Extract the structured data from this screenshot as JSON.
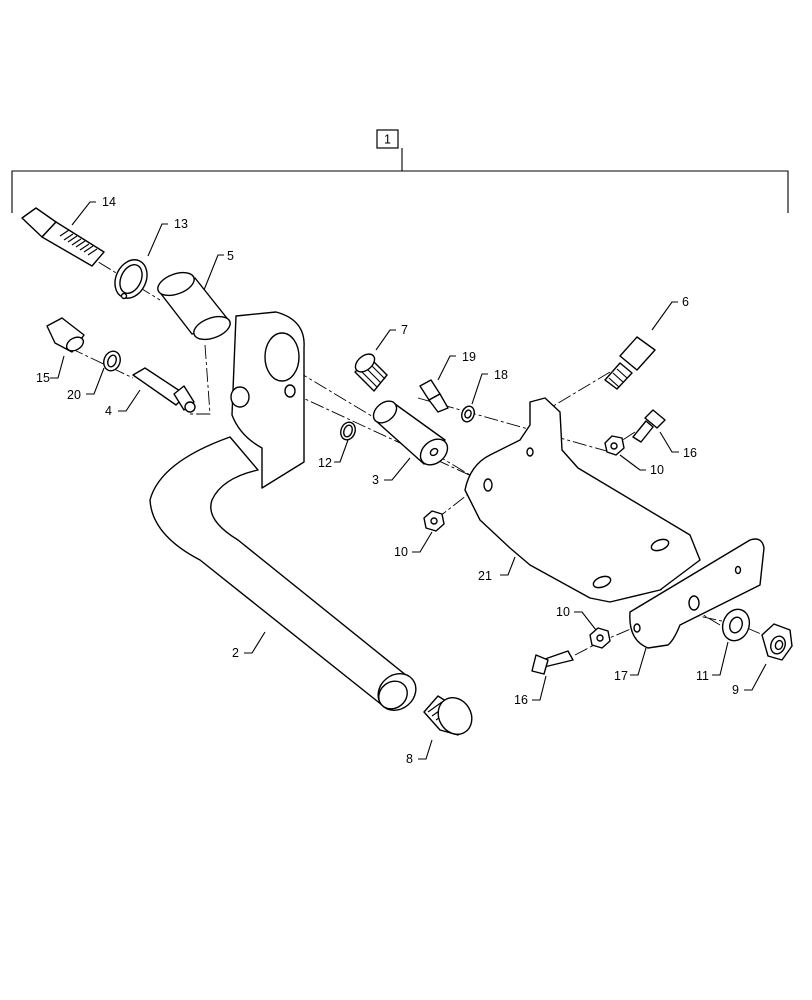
{
  "assembly_callout": "1",
  "callouts": [
    "14",
    "13",
    "5",
    "15",
    "20",
    "4",
    "7",
    "19",
    "18",
    "12",
    "3",
    "6",
    "16",
    "10",
    "10",
    "2",
    "21",
    "10",
    "17",
    "11",
    "9",
    "16",
    "8"
  ]
}
